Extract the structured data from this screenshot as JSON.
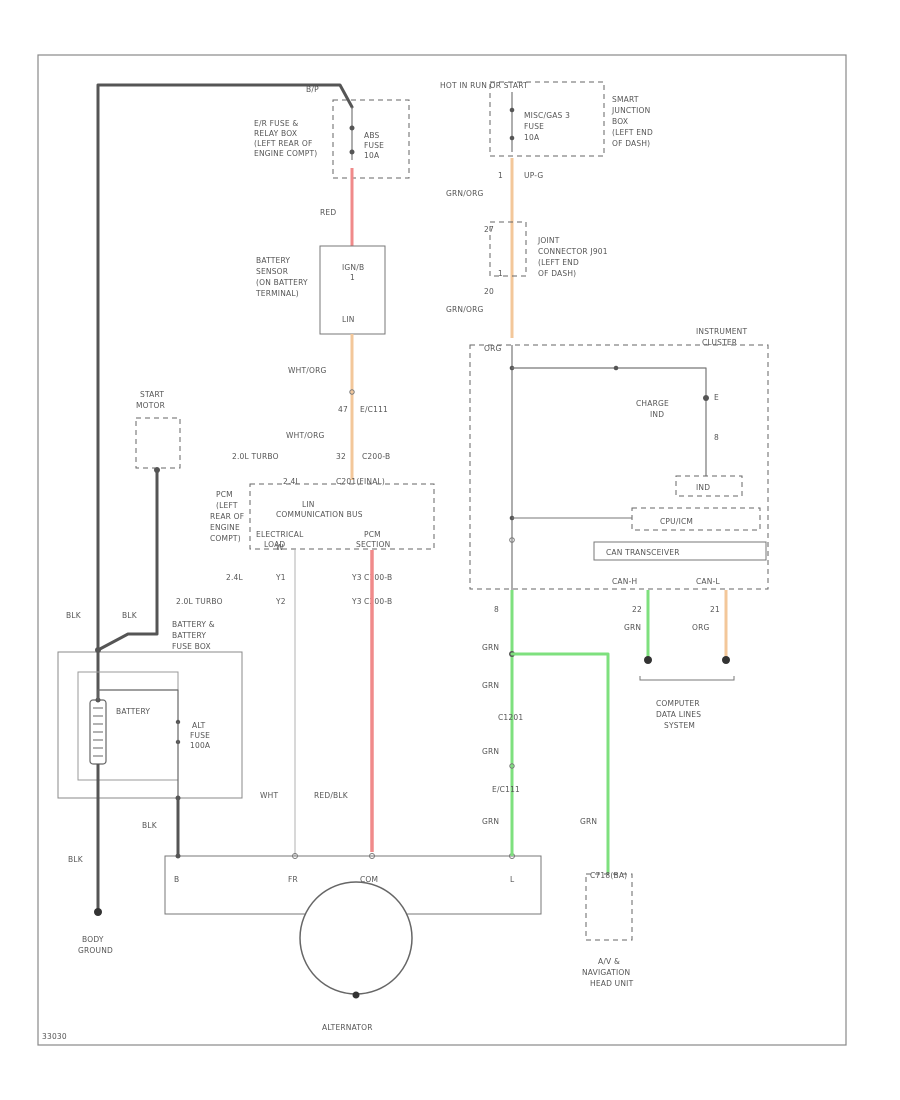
{
  "diagram_id": "33030",
  "colors": {
    "red": "#f08a8a",
    "orange": "#f3c79a",
    "green": "#7ee07e",
    "wire": "#555555",
    "white_wire": "#cccccc"
  },
  "labels": {
    "hot_at_all_times": "B/P",
    "hot_run_start": "HOT IN RUN OR START",
    "erfuse_relay_box": [
      "E/R FUSE &",
      "RELAY BOX",
      "(LEFT REAR OF",
      "ENGINE COMPT)"
    ],
    "abs_fuse": [
      "ABS",
      "FUSE",
      "10A"
    ],
    "red": "RED",
    "sensor_block": [
      "IGN/B",
      "1",
      "LIN"
    ],
    "battery_sensor": [
      "BATTERY",
      "SENSOR",
      "(ON BATTERY",
      "TERMINAL)"
    ],
    "wht_org_1": "WHT/ORG",
    "c_1": "47",
    "c_1b": "E/C111",
    "wht_org_2": "WHT/ORG",
    "turbo20": "2.0L TURBO",
    "c_32": "32",
    "c200b": "C200-B",
    "c_24l": "2.4L",
    "c201": "C201(FINAL)",
    "pcm_loc": [
      "PCM",
      "(LEFT",
      "REAR OF",
      "ENGINE",
      "COMPT)"
    ],
    "lin_bus": [
      "LIN",
      "COMMUNICATION BUS"
    ],
    "elec_load": "ELECTRICAL",
    "load": "LOAD",
    "pcm_sect": [
      "PCM",
      "SECTION"
    ],
    "pin_w": "W",
    "start_motor": [
      "START",
      "MOTOR"
    ],
    "c24_l": "2.4L",
    "c24_t": "Y1",
    "c20_l": "2.0L TURBO",
    "c20_t": "Y2",
    "c_y1": "Y3",
    "c_y1b": "C100-B",
    "c_y2": "Y3",
    "c_y2b": "C200-B",
    "blk1": "BLK",
    "blk2": "BLK",
    "batt_fuse_box": [
      "BATTERY &",
      "BATTERY",
      "FUSE BOX"
    ],
    "battery": "BATTERY",
    "alt_fuse": [
      "ALT",
      "FUSE",
      "100A"
    ],
    "blk3": "BLK",
    "blk4": "BLK",
    "wht": "WHT",
    "red_blk": "RED/BLK",
    "body_ground": [
      "BODY",
      "GROUND"
    ],
    "alt_b": "B",
    "alt_fr": "FR",
    "alt_com": "COM",
    "alt_l": "L",
    "alternator": "ALTERNATOR",
    "sjb": [
      "SMART",
      "JUNCTION",
      "BOX",
      "(LEFT END",
      "OF DASH)"
    ],
    "misc_fuse": [
      "MISC/GAS 3",
      "FUSE",
      "10A"
    ],
    "c_1a": "1",
    "c_1ab": "UP-G",
    "grn_org_1": "GRN/ORG",
    "jc_pins": [
      "27",
      "1"
    ],
    "joint_conn": [
      "JOINT",
      "CONNECTOR J901",
      "(LEFT END",
      "OF DASH)"
    ],
    "c_20": "20",
    "grn_org_2": "GRN/ORG",
    "ic_pin": "ORG",
    "ic": [
      "INSTRUMENT",
      "CLUSTER"
    ],
    "charge_ind": [
      "CHARGE",
      "IND"
    ],
    "ind_e": "E",
    "ind_pin_n": "8",
    "ind_box": "IND",
    "cpu_box": "CPU/ICM",
    "can_box": "CAN TRANSCEIVER",
    "can_h": "CAN-H",
    "can_l": "CAN-L",
    "grn1": "GRN",
    "c_g1": "22",
    "grn_1b": "GRN",
    "c_g2": "21",
    "org_1b": "ORG",
    "cdl": [
      "COMPUTER",
      "DATA LINES",
      "SYSTEM"
    ],
    "ic_pin_b": "8",
    "grn2": "GRN",
    "grn3": "GRN",
    "c_e1": "C1201",
    "grn4": "GRN",
    "c_e2": "E/C111",
    "grn5": "GRN",
    "grn6": "GRN",
    "av_conn": "C718(BA)",
    "av_unit": [
      "A/V &",
      "NAVIGATION",
      "HEAD UNIT"
    ]
  }
}
